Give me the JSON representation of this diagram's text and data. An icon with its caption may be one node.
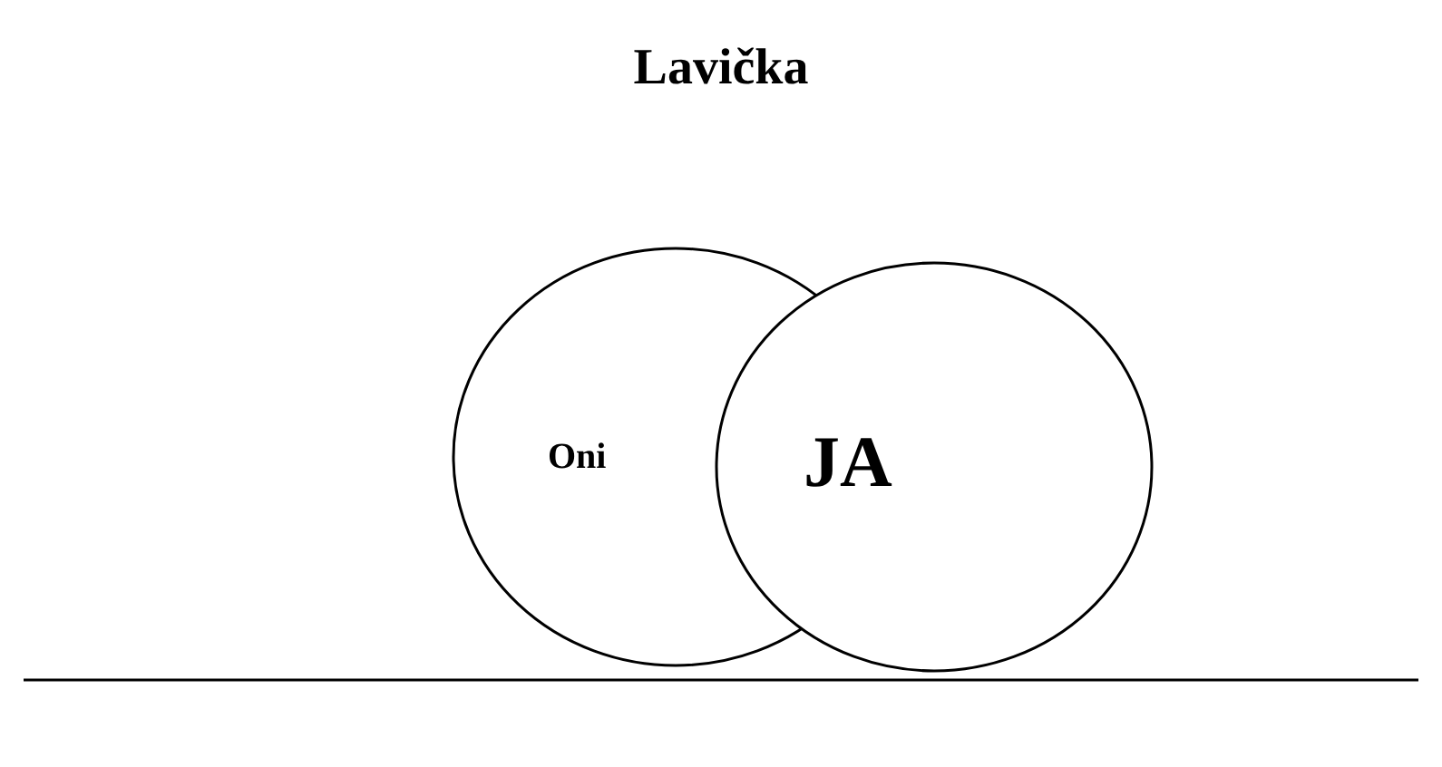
{
  "diagram": {
    "title": "Lavička",
    "nodes": [
      {
        "text": [
          "Oni"
        ]
      },
      {
        "text": [
          "JA"
        ]
      }
    ]
  }
}
